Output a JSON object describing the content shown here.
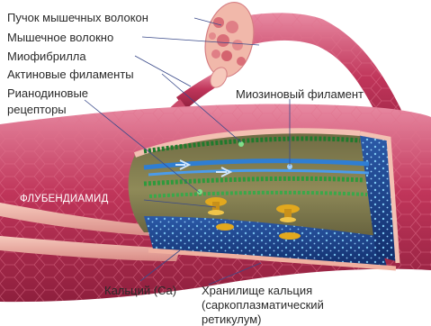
{
  "labels": {
    "bundle": "Пучок мышечных волокон",
    "fiber": "Мышечное волокно",
    "myofibril": "Миофибрилла",
    "actin": "Актиновые филаменты",
    "ryanodine_1": "Рианодиновые",
    "ryanodine_2": "рецепторы",
    "myosin": "Миозиновый филамент",
    "drug": "ФЛУБЕНДИАМИД",
    "calcium": "Кальций (Ca)",
    "store_1": "Хранилище кальция",
    "store_2": "(саркоплазматический",
    "store_3": "ретикулум)"
  },
  "colors": {
    "muscle": "#c2345a",
    "muscle_light": "#e7849c",
    "fiber_pink": "#f0b2a4",
    "myosin_blue": "#2f7ed3",
    "actin_green": "#2e9a3c",
    "reticulum_blue": "#1a3f86",
    "receptor_gold": "#e2a81e"
  }
}
